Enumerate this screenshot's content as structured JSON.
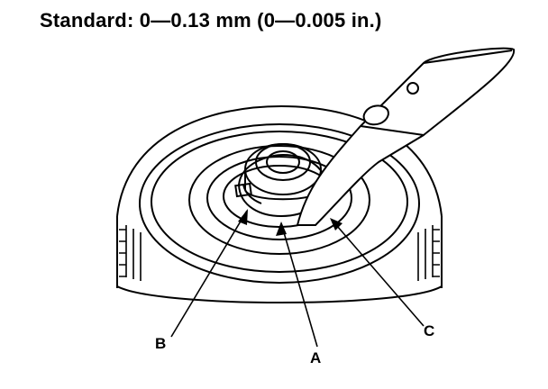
{
  "spec": {
    "text": "Standard: 0—0.13 mm (0—0.005 in.)"
  },
  "callouts": {
    "a": "A",
    "b": "B",
    "c": "C"
  },
  "colors": {
    "ink": "#000000",
    "paper": "#ffffff"
  }
}
